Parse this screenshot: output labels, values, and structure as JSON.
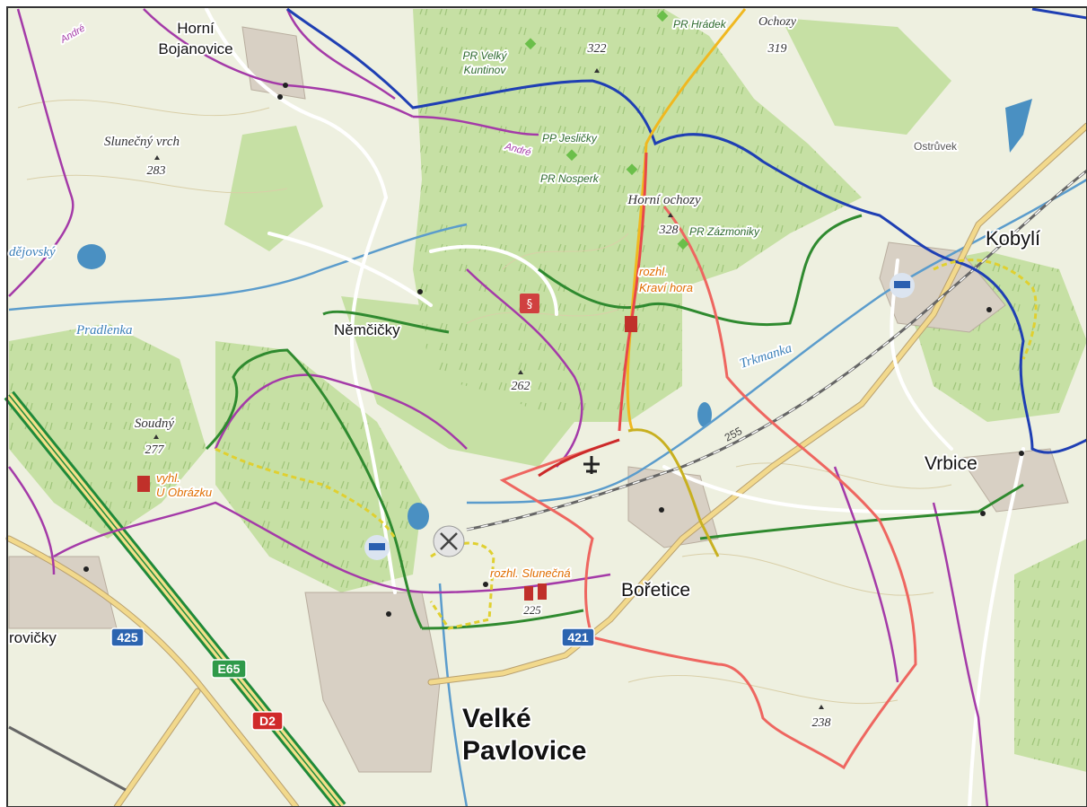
{
  "map": {
    "towns": {
      "horni_bojanovice_1": "Horní",
      "horni_bojanovice_2": "Bojanovice",
      "nemcicky": "Němčičky",
      "koby": "Kobylí",
      "vrbice": "Vrbice",
      "boretice": "Bořetice",
      "velke_1": "Velké",
      "velke_2": "Pavlovice",
      "rovicky": "rovičky",
      "ostruvek": "Ostrůvek"
    },
    "peaks": {
      "slunecny_name": "Slunečný vrch",
      "slunecny_ele": "283",
      "soudny_name": "Soudný",
      "soudny_ele": "277",
      "p322": "322",
      "ochozy_name": "Ochozy",
      "ochozy_ele": "319",
      "horni_ochozy": "Horní ochozy",
      "p328": "328",
      "p262": "262",
      "p225": "225",
      "p238": "238"
    },
    "reserves": {
      "pr_hradek": "PR Hrádek",
      "pr_velky_1": "PR Velký",
      "pr_velky_2": "Kuntinov",
      "pp_jeslicky": "PP Jesličky",
      "pr_nosperk": "PR Nosperk",
      "pr_zazmoniky": "PR Zázmoniky"
    },
    "water": {
      "pradlenka": "Pradlenka",
      "trkmanka": "Trkmanka",
      "dejovsky": "dějovský"
    },
    "viewpoints": {
      "kravi_1": "rozhl.",
      "kravi_2": "Kraví hora",
      "obrazku_1": "vyhl.",
      "obrazku_2": "U Obrázku",
      "slunecna": "rozhl. Slunečná"
    },
    "trails": {
      "andre_1": "André",
      "andre_2": "André"
    },
    "roads": {
      "r425": "425",
      "r421": "421",
      "e65": "E65",
      "d2": "D2",
      "r255": "255"
    },
    "colors": {
      "land": "#eef0e0",
      "forest": "#c6e0a4",
      "road_yellow": "#f2d98c",
      "trail_purple": "#a43aa8",
      "trail_green": "#2f8a2f",
      "trail_blue": "#1f3fb3",
      "trail_red": "#e8484a",
      "river": "#4a90c2",
      "motorway": "#1f8a3a"
    }
  }
}
